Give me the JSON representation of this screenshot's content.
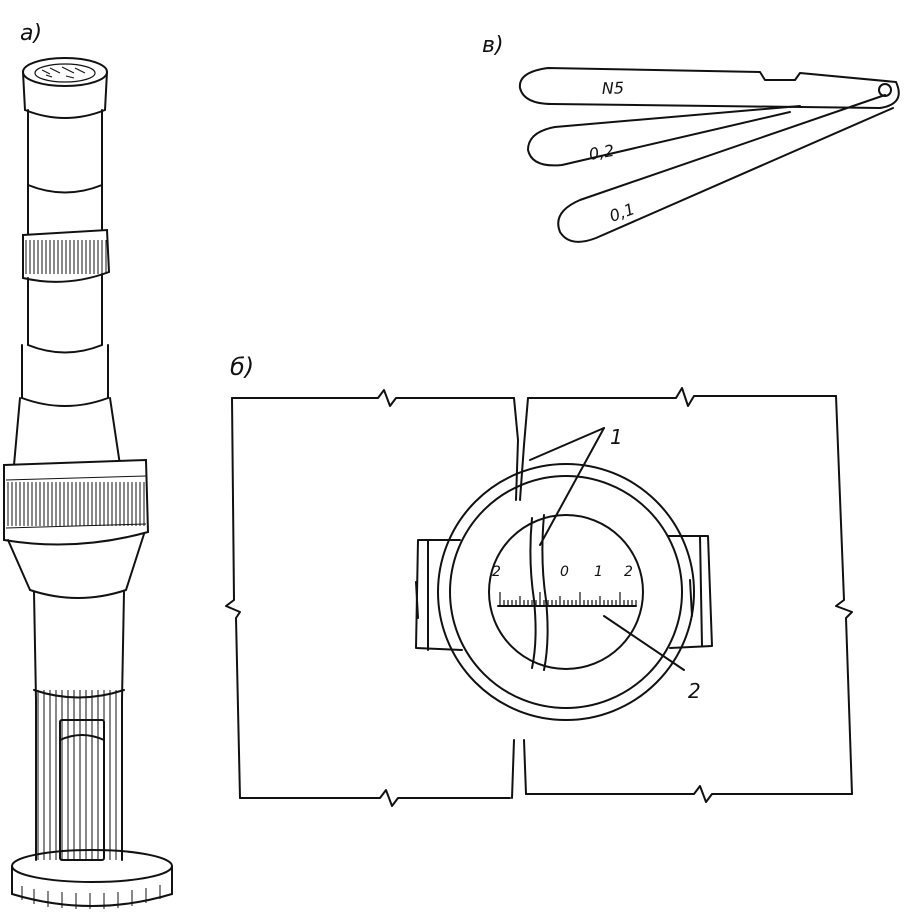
{
  "figure": {
    "labels": {
      "panel_a": "a)",
      "panel_b": "б)",
      "panel_v": "в)"
    },
    "feeler_gauge": {
      "blades": [
        "N5",
        "0,2",
        "0,1"
      ]
    },
    "scale": {
      "ticks": [
        "2",
        "0",
        "1",
        "2"
      ]
    },
    "callouts": {
      "crack": "1",
      "scale": "2"
    }
  }
}
